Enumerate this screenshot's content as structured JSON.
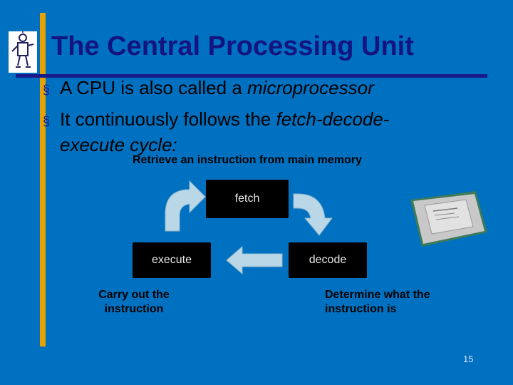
{
  "slide": {
    "title": "The Central Processing Unit",
    "bullets": [
      {
        "pre": "A CPU is also called a ",
        "em": "microprocessor",
        "post": ""
      },
      {
        "pre": "It continuously follows the ",
        "em": "fetch-decode-",
        "post": ""
      },
      {
        "pre": "",
        "em": "execute cycle:",
        "post": ""
      }
    ],
    "diagram": {
      "fetch_label": "fetch",
      "execute_label": "execute",
      "decode_label": "decode",
      "fetch_note": "Retrieve an instruction from main memory",
      "execute_note": "Carry out the instruction",
      "decode_note": "Determine what the instruction is"
    },
    "page_number": "15",
    "colors": {
      "background": "#0070c0",
      "title": "#141480",
      "accent_bar": "#e8a200",
      "arrow": "#b9d7e6"
    },
    "icons": {
      "logo": "robot-figure-icon",
      "chip": "cpu-chip-icon"
    }
  }
}
